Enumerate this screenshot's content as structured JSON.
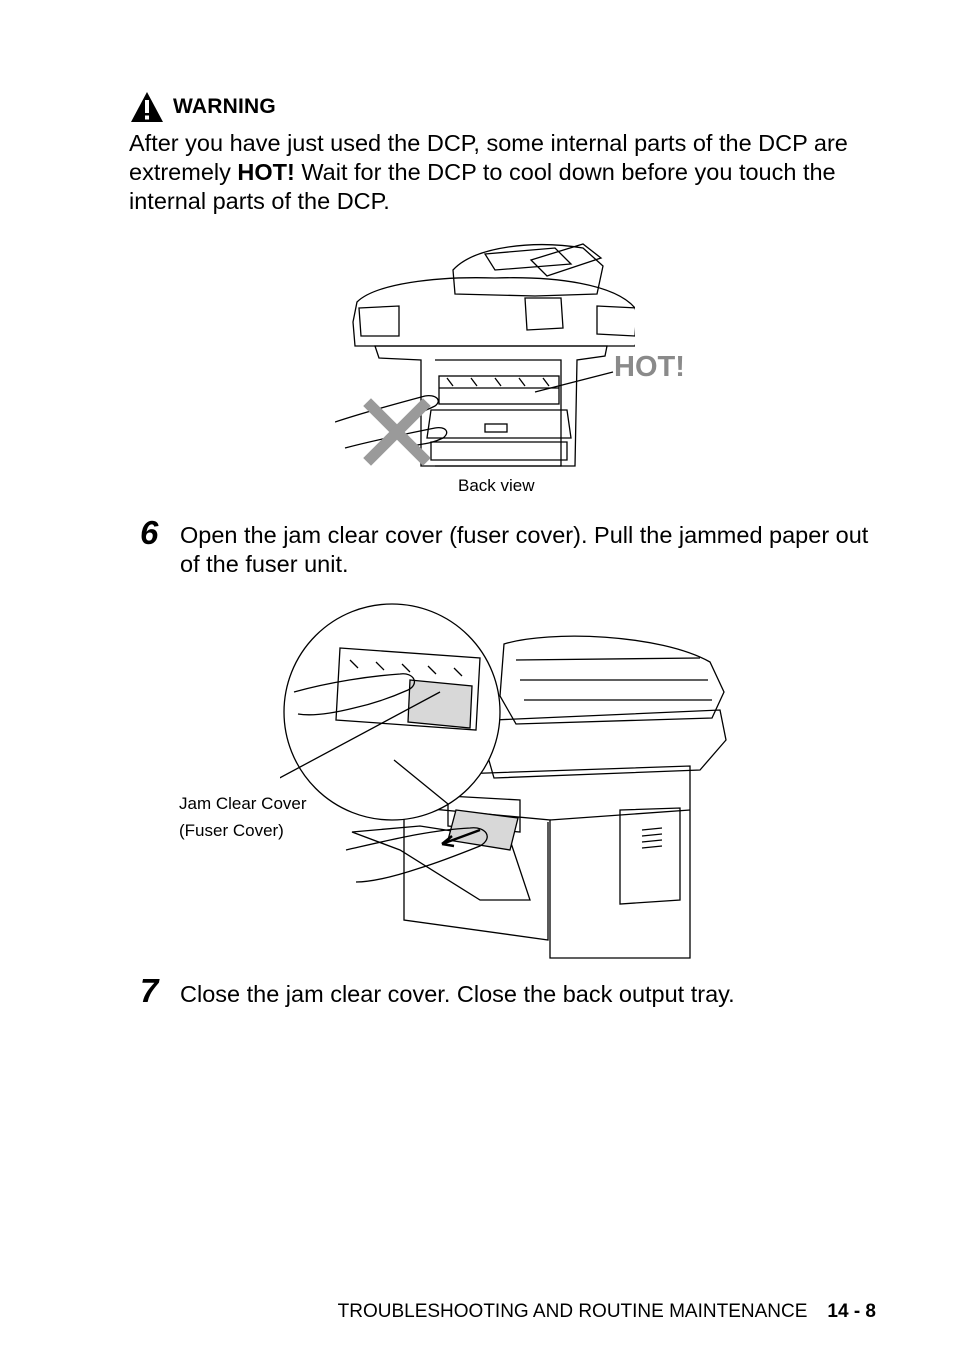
{
  "warning": {
    "title": "WARNING",
    "text_part1": "After you have just used the DCP, some internal parts of the DCP are extremely ",
    "hot_word": "HOT!",
    "text_part2": " Wait for the DCP to cool down before you touch the internal parts of the DCP."
  },
  "figure1": {
    "hot_label": "HOT!",
    "caption": "Back view"
  },
  "step6": {
    "number": "6",
    "text": "Open the jam clear cover (fuser cover). Pull the jammed paper out of the fuser unit."
  },
  "figure2": {
    "callout_line1": "Jam Clear Cover",
    "callout_line2": "(Fuser Cover)"
  },
  "step7": {
    "number": "7",
    "text": "Close the jam clear cover. Close the back output tray."
  },
  "footer": {
    "section": "TROUBLESHOOTING AND ROUTINE MAINTENANCE",
    "page": "14 - 8"
  },
  "colors": {
    "hot_label": "#8a8a8a",
    "x_mark": "#9a9a9a"
  }
}
